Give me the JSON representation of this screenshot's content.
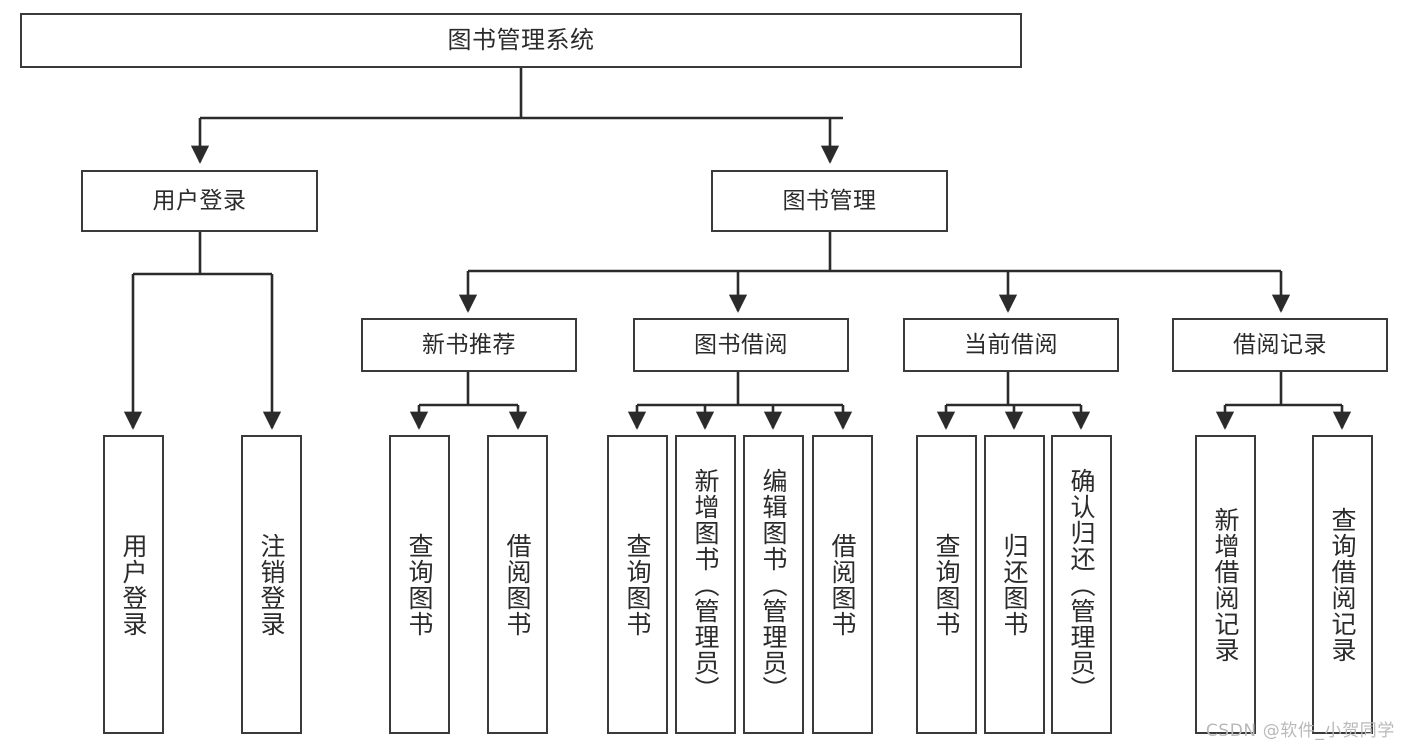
{
  "diagram": {
    "type": "tree-hierarchy-chart",
    "title": "图书管理系统",
    "orientation": "top-down",
    "box_fill": "#ffffff",
    "box_stroke": "#3a3a3a",
    "text_color": "#2b2b2b",
    "background": "#ffffff"
  },
  "nodes": {
    "root": {
      "label": "图书管理系统",
      "level": 0
    },
    "level1": [
      {
        "id": "user-login",
        "label": "用户登录"
      },
      {
        "id": "book-manage",
        "label": "图书管理"
      }
    ],
    "level2": [
      {
        "id": "new-book-recommend",
        "label": "新书推荐",
        "parent": "book-manage"
      },
      {
        "id": "book-borrow",
        "label": "图书借阅",
        "parent": "book-manage"
      },
      {
        "id": "current-borrow",
        "label": "当前借阅",
        "parent": "book-manage"
      },
      {
        "id": "borrow-record",
        "label": "借阅记录",
        "parent": "book-manage"
      }
    ],
    "leaves": [
      {
        "id": "leaf-user-login",
        "label": "用户登录",
        "parent": "user-login"
      },
      {
        "id": "leaf-logout",
        "label": "注销登录",
        "parent": "user-login"
      },
      {
        "id": "leaf-query-book-1",
        "label": "查询图书",
        "parent": "new-book-recommend"
      },
      {
        "id": "leaf-borrow-book-1",
        "label": "借阅图书",
        "parent": "new-book-recommend"
      },
      {
        "id": "leaf-query-book-2",
        "label": "查询图书",
        "parent": "book-borrow"
      },
      {
        "id": "leaf-add-book",
        "label": "新增图书（管理员）",
        "parent": "book-borrow"
      },
      {
        "id": "leaf-edit-book",
        "label": "编辑图书（管理员）",
        "parent": "book-borrow"
      },
      {
        "id": "leaf-borrow-book-2",
        "label": "借阅图书",
        "parent": "book-borrow"
      },
      {
        "id": "leaf-query-book-3",
        "label": "查询图书",
        "parent": "current-borrow"
      },
      {
        "id": "leaf-return-book",
        "label": "归还图书",
        "parent": "current-borrow"
      },
      {
        "id": "leaf-confirm-return",
        "label": "确认归还（管理员）",
        "parent": "current-borrow"
      },
      {
        "id": "leaf-add-record",
        "label": "新增借阅记录",
        "parent": "borrow-record"
      },
      {
        "id": "leaf-query-record",
        "label": "查询借阅记录",
        "parent": "borrow-record"
      }
    ]
  },
  "watermark": {
    "text": "CSDN @软件_小贺同学"
  }
}
